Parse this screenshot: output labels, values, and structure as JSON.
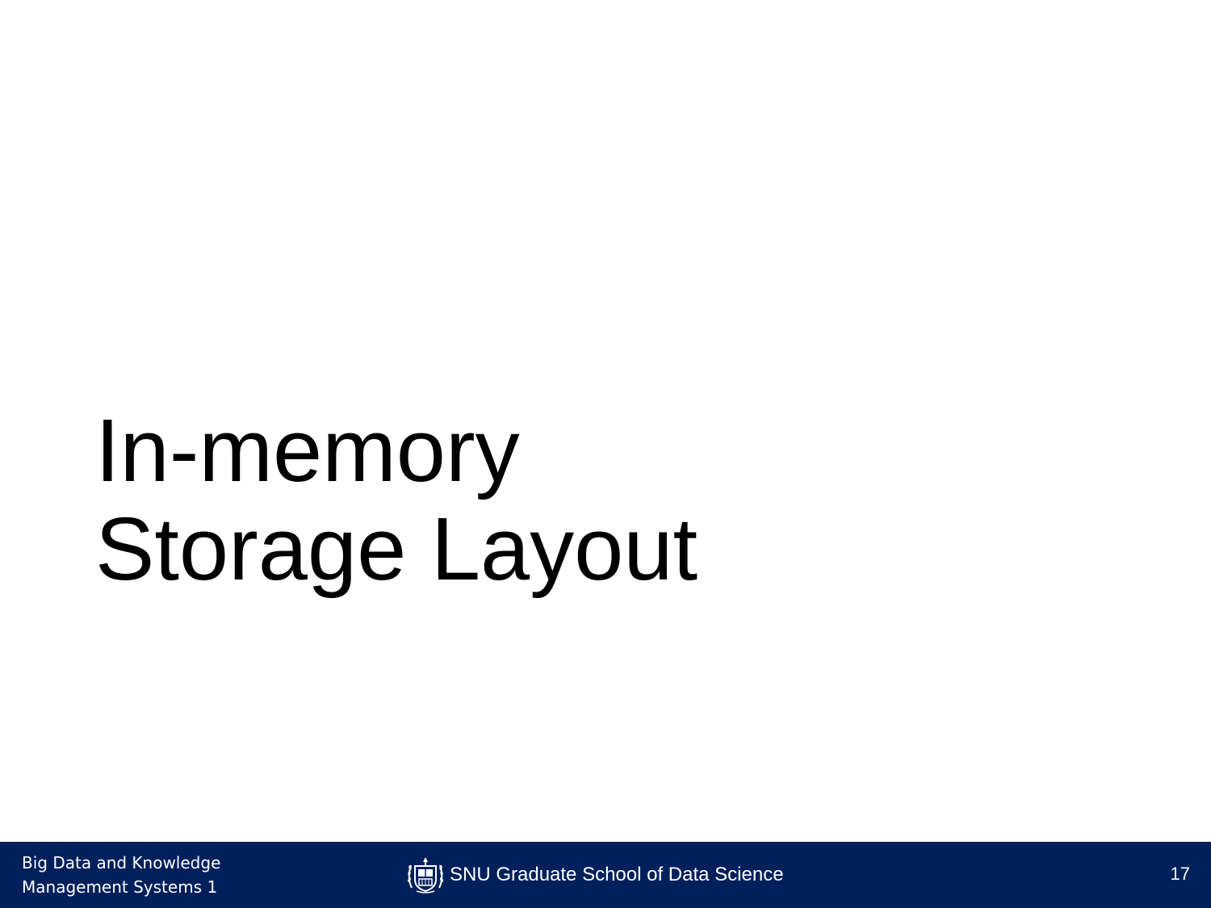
{
  "slide": {
    "title_lines": [
      "In-memory",
      "Storage Layout"
    ]
  },
  "footer": {
    "course_lines": [
      "Big Data and Knowledge",
      "Management Systems 1"
    ],
    "school_name": "SNU Graduate School of Data Science",
    "logo_icon": "snu-emblem-icon",
    "page_number": "17",
    "background_color": "#00205b"
  }
}
